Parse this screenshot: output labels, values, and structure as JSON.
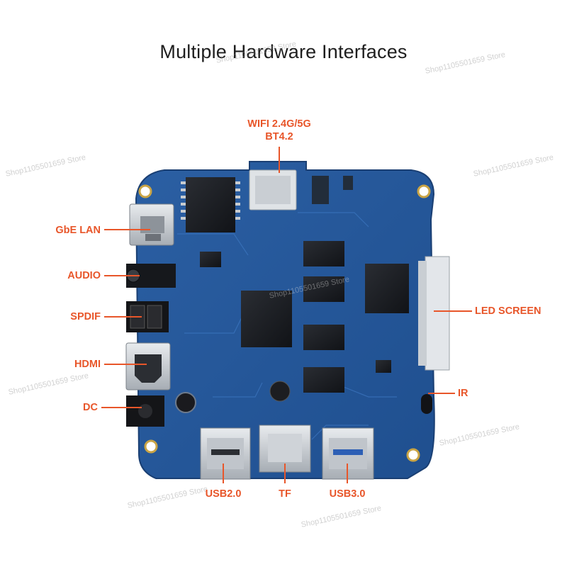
{
  "title": "Multiple Hardware Interfaces",
  "accent_color": "#e8562a",
  "board_color": "#2f64a8",
  "watermark": "Shop1105501659 Store",
  "labels": {
    "wifi_line1": "WIFI 2.4G/5G",
    "wifi_line2": "BT4.2",
    "gbe_lan": "GbE LAN",
    "audio": "AUDIO",
    "spdif": "SPDIF",
    "hdmi": "HDMI",
    "dc": "DC",
    "led_screen": "LED SCREEN",
    "ir": "IR",
    "usb2": "USB2.0",
    "tf": "TF",
    "usb3": "USB3.0"
  }
}
